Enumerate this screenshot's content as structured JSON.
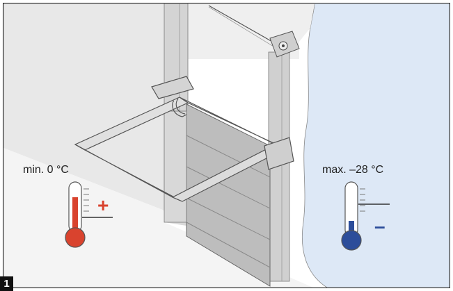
{
  "figure": {
    "number": "1",
    "min_temp_label": "min. 0 °C",
    "max_temp_label": "max. –28 °C",
    "plus_sign": "+",
    "minus_sign": "–"
  },
  "colors": {
    "warm": "#d9432e",
    "cold": "#2c4d9a",
    "outside_area": "#dde8f6",
    "inside_area": "#ececec",
    "frame": "#000000"
  }
}
